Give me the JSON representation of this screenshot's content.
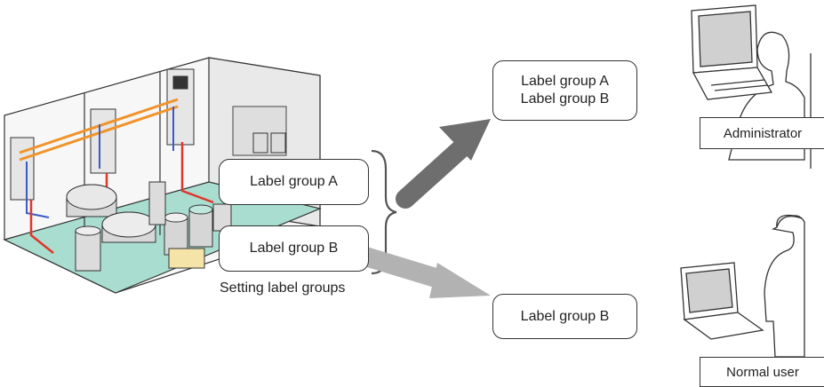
{
  "factory": {
    "label_a": "Label group A",
    "label_b": "Label group B",
    "caption": "Setting label groups"
  },
  "admin_view": {
    "line1": "Label group A",
    "line2": "Label group B",
    "role": "Administrator"
  },
  "user_view": {
    "line1": "Label group B",
    "role": "Normal user"
  },
  "colors": {
    "arrow_dark": "#6e6e6e",
    "arrow_light": "#b2b2b2",
    "floor": "#a9ddd0",
    "pipe_red": "#e0362b",
    "pipe_orange": "#f0932b",
    "pipe_blue": "#3a5bc7"
  }
}
